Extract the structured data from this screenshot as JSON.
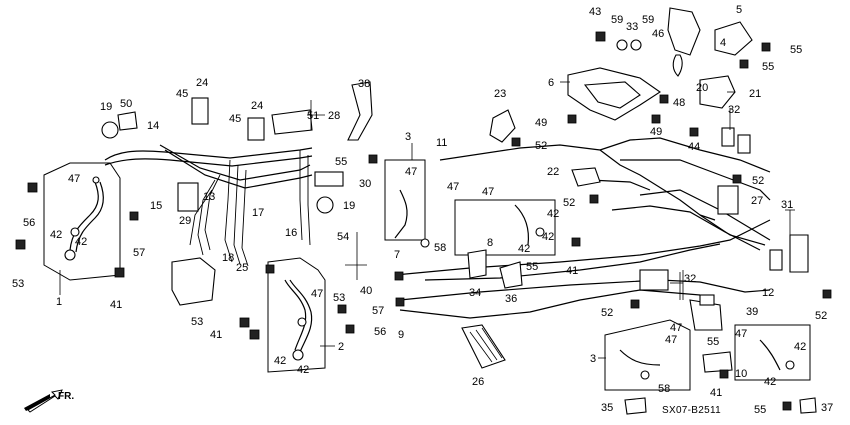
{
  "diagram_code": "SX07-B2511",
  "direction_label": "FR.",
  "callouts": {
    "c1": "1",
    "c2": "2",
    "c3a": "3",
    "c3b": "3",
    "c4": "4",
    "c5": "5",
    "c6": "6",
    "c7": "7",
    "c8": "8",
    "c9": "9",
    "c10": "10",
    "c11": "11",
    "c12": "12",
    "c13": "13",
    "c14": "14",
    "c15": "15",
    "c16": "16",
    "c17": "17",
    "c18": "18",
    "c19a": "19",
    "c19b": "19",
    "c20": "20",
    "c21": "21",
    "c22": "22",
    "c23": "23",
    "c24a": "24",
    "c24b": "24",
    "c25": "25",
    "c26": "26",
    "c27": "27",
    "c28": "28",
    "c29": "29",
    "c30": "30",
    "c31": "31",
    "c32a": "32",
    "c32b": "32",
    "c33": "33",
    "c34": "34",
    "c35": "35",
    "c36": "36",
    "c37": "37",
    "c38": "38",
    "c39": "39",
    "c40": "40",
    "c41a": "41",
    "c41b": "41",
    "c41c": "41",
    "c41d": "41",
    "c42a": "42",
    "c42b": "42",
    "c42c": "42",
    "c42d": "42",
    "c42e": "42",
    "c42f": "42",
    "c42g": "42",
    "c42h": "42",
    "c42i": "42",
    "c43": "43",
    "c44": "44",
    "c45a": "45",
    "c45b": "45",
    "c46": "46",
    "c47a": "47",
    "c47b": "47",
    "c47c": "47",
    "c47d": "47",
    "c47e": "47",
    "c47f": "47",
    "c47g": "47",
    "c47h": "47",
    "c48": "48",
    "c49a": "49",
    "c49b": "49",
    "c50": "50",
    "c51": "51",
    "c52a": "52",
    "c52b": "52",
    "c52c": "52",
    "c52d": "52",
    "c52e": "52",
    "c53a": "53",
    "c53b": "53",
    "c53c": "53",
    "c54": "54",
    "c55a": "55",
    "c55b": "55",
    "c55c": "55",
    "c55d": "55",
    "c55e": "55",
    "c55f": "55",
    "c56a": "56",
    "c56b": "56",
    "c57a": "57",
    "c57b": "57",
    "c58a": "58",
    "c58b": "58",
    "c59a": "59",
    "c59b": "59"
  }
}
